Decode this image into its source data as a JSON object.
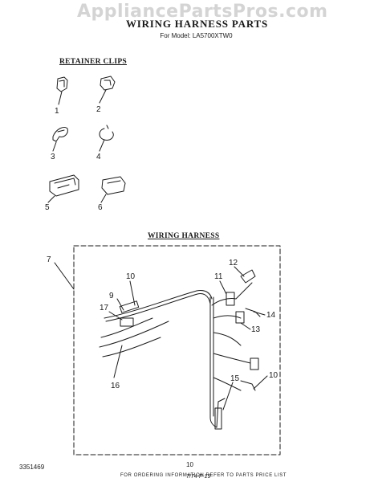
{
  "watermark": "AppliancePartsPros.com",
  "header": {
    "title": "WIRING HARNESS PARTS",
    "subtitle": "For Model: LA5700XTW0"
  },
  "retainer_clips": {
    "heading": "RETAINER CLIPS",
    "callouts": [
      "1",
      "2",
      "3",
      "4",
      "5",
      "6"
    ]
  },
  "wiring_harness": {
    "heading": "WIRING HARNESS",
    "callouts": [
      "7",
      "9",
      "10",
      "11",
      "12",
      "14",
      "13",
      "17",
      "16",
      "15",
      "10"
    ]
  },
  "footer": {
    "note": "FOR ORDERING INFORMATION REFER TO PARTS PRICE LIST",
    "doc_number": "3351469",
    "page_number": "10",
    "hand_note": "7/74-F-19"
  }
}
